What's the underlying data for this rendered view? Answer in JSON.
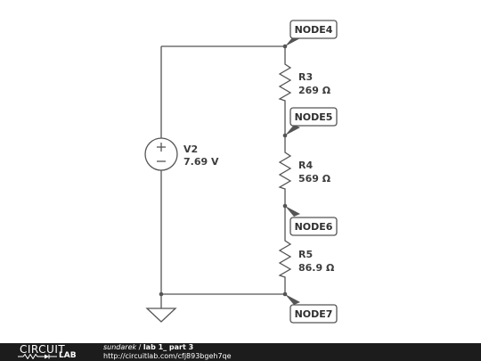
{
  "schematic": {
    "source": {
      "name": "V2",
      "value": "7.69 V",
      "plus": "+",
      "minus": "−"
    },
    "resistors": [
      {
        "name": "R3",
        "value": "269 Ω"
      },
      {
        "name": "R4",
        "value": "569 Ω"
      },
      {
        "name": "R5",
        "value": "86.9 Ω"
      }
    ],
    "nodes": [
      "NODE4",
      "NODE5",
      "NODE6",
      "NODE7"
    ]
  },
  "footer": {
    "logo_top": "CIRCUIT",
    "logo_bottom": "LAB",
    "user": "sundarek",
    "separator": " / ",
    "title": "lab 1_ part 3",
    "url": "http://circuitlab.com/cfj893bgeh7qe"
  },
  "colors": {
    "wire": "#555555",
    "text": "#3d3d3d",
    "footer_bg": "#1c1c1c"
  }
}
